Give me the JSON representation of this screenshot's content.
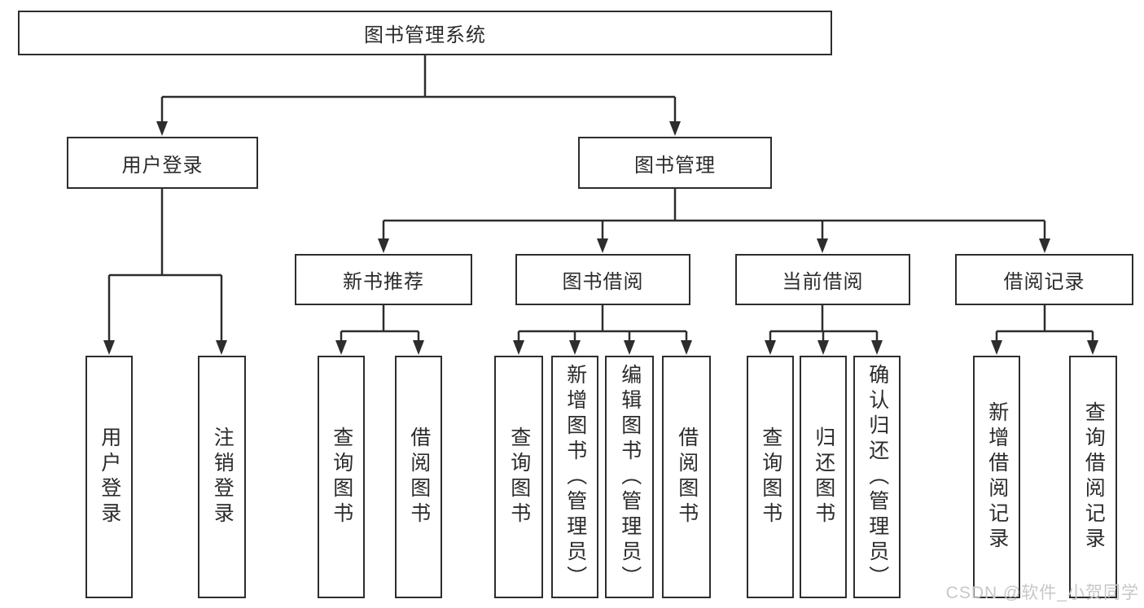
{
  "diagram": {
    "root": {
      "label": "图书管理系统"
    },
    "level2": {
      "user_login": {
        "label": "用户登录"
      },
      "book_management": {
        "label": "图书管理"
      }
    },
    "level3": {
      "new_book_recommendation": {
        "label": "新书推荐"
      },
      "book_borrowing": {
        "label": "图书借阅"
      },
      "current_borrowing": {
        "label": "当前借阅"
      },
      "borrowing_records": {
        "label": "借阅记录"
      }
    },
    "leaves": {
      "user_login": [
        "用户登录",
        "注销登录"
      ],
      "new_book_recommendation": [
        "查询图书",
        "借阅图书"
      ],
      "book_borrowing": [
        "查询图书",
        "新增图书（管理员）",
        "编辑图书（管理员）",
        "借阅图书"
      ],
      "current_borrowing": [
        "查询图书",
        "归还图书",
        "确认归还（管理员）"
      ],
      "borrowing_records": [
        "新增借阅记录",
        "查询借阅记录"
      ]
    }
  },
  "watermark": "CSDN @软件_小贺同学",
  "colors": {
    "line": "#2d2d2d",
    "text": "#2b2b2b",
    "background": "#ffffff",
    "watermark": "#c7c7c7"
  }
}
